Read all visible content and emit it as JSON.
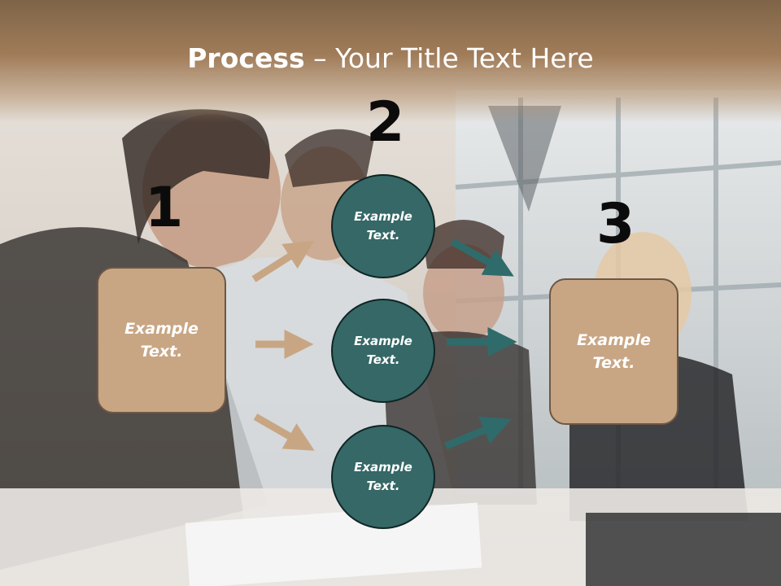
{
  "title": {
    "bold": "Process",
    "dash": " – ",
    "rest": "Your Title Text Here"
  },
  "steps": [
    {
      "number": "1",
      "box_text": "Example\nText."
    },
    {
      "number": "2"
    },
    {
      "number": "3",
      "box_text": "Example\nText."
    }
  ],
  "circles": [
    {
      "text": "Example\nText."
    },
    {
      "text": "Example\nText."
    },
    {
      "text": "Example\nText."
    }
  ],
  "colors": {
    "box_fill": "#c8a684",
    "box_border": "#6d5846",
    "circle_fill": "#356866",
    "tan_arrow": "#c8a684",
    "teal_arrow": "#2f6b6a"
  }
}
